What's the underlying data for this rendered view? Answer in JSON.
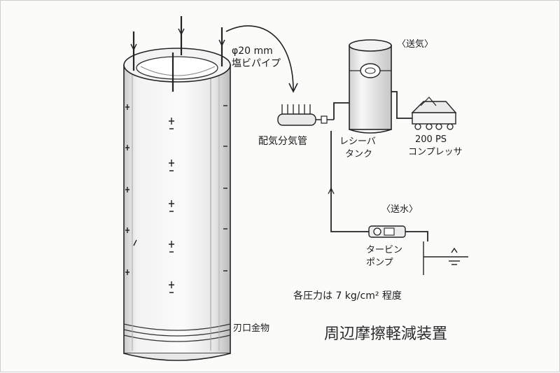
{
  "labels": {
    "pipe_dim": "φ20 mm",
    "pipe_name": "塩ビパイプ",
    "air_section": "〈送気〉",
    "manifold": "配気分気管",
    "receiver_l1": "レシーバ",
    "receiver_l2": "タンク",
    "compressor_l1": "200 PS",
    "compressor_l2": "コンプレッサ",
    "water_section": "〈送水〉",
    "pump_l1": "タービン",
    "pump_l2": "ポンプ",
    "pressure_note": "各圧力は 7 kg/cm² 程度",
    "cutting_edge": "刃口金物"
  },
  "caption": "周辺摩擦軽減装置"
}
